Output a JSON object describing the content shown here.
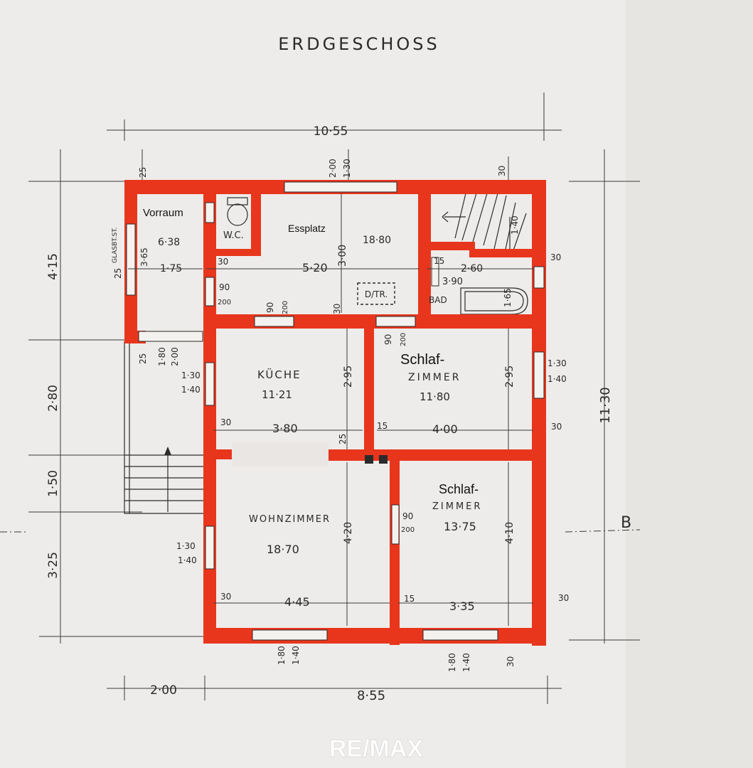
{
  "title": "ERDGESCHOSS",
  "overall_dims": {
    "top_width": "10·55",
    "bottom_left": "2·00",
    "bottom_width": "8·55",
    "right_height": "11·30",
    "left_top": "4·15",
    "left_mid": "2·80",
    "left_lower": "1·50",
    "left_bottom": "3·25",
    "section_marker": "B"
  },
  "rooms": {
    "vorraum": {
      "label": "Vorraum",
      "area": "6·38",
      "width": "1·75",
      "depth": "3·65"
    },
    "wc": {
      "label": "W.C."
    },
    "essplatz": {
      "label": "Essplatz",
      "area": "18·80",
      "width": "5·20",
      "depth": "3·00",
      "stove": "D/TR."
    },
    "bad": {
      "label": "BAD",
      "area": "3·90",
      "width": "2·60"
    },
    "kueche": {
      "label": "KÜCHE",
      "area": "11·21",
      "width": "3·80",
      "depth": "2·95"
    },
    "schlaf1": {
      "label_line1": "Schlaf-",
      "label_line2": "ZIMMER",
      "area": "11·80",
      "width": "4·00",
      "depth": "2·95"
    },
    "wohnzimmer": {
      "label": "WOHNZIMMER",
      "area": "18·70",
      "width": "4·45",
      "depth": "4·20"
    },
    "schlaf2": {
      "label_line1": "Schlaf-",
      "label_line2": "ZIMMER",
      "area": "13·75",
      "width": "3·35",
      "depth": "4·10"
    }
  },
  "small_dims": {
    "d25a": "25",
    "d25b": "25",
    "d25c": "25",
    "d25d": "25",
    "d30a": "30",
    "d30b": "30",
    "d30c": "30",
    "d30d": "30",
    "d30e": "30",
    "d30f": "30",
    "d30g": "30",
    "d30h": "30",
    "d15a": "15",
    "d15b": "15",
    "d15c": "15",
    "d90a": "90",
    "d90b": "90",
    "d90c": "90",
    "d90d": "90",
    "d200a": "200",
    "d200b": "200",
    "d200c": "200",
    "d200d": "200",
    "win_top1": "2·00",
    "win_top2": "1·30",
    "win_k1": "1·30",
    "win_k2": "1·40",
    "win_s1a": "1·30",
    "win_s1b": "1·40",
    "win_w1": "1·30",
    "win_w2": "1·40",
    "win_b1": "1·80",
    "win_b2": "1·40",
    "win_b3": "1·80",
    "win_b4": "1·40",
    "win_v1": "1·80",
    "win_v2": "2·00",
    "stair_note": "1·40",
    "bath_note": "1·65",
    "glass": "GLASBT.ST."
  },
  "brand": "RE/MAX"
}
